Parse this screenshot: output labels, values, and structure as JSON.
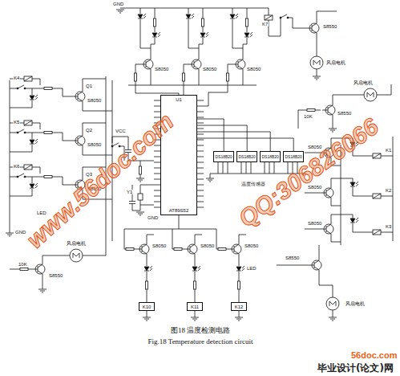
{
  "diagram": {
    "caption": "图18 温度检测电路",
    "nodes": [
      {
        "text": [
          "U1",
          "AT89S52"
        ]
      },
      {
        "text": [
          "DS18B20"
        ]
      },
      {
        "text": [
          "DS18B20"
        ]
      },
      {
        "text": [
          "DS18B20"
        ]
      },
      {
        "text": [
          "DS18B20"
        ]
      },
      {
        "text": [
          "K10"
        ]
      },
      {
        "text": [
          "K11"
        ]
      },
      {
        "text": [
          "K12"
        ]
      }
    ],
    "edges": [
      {
        "from": 0,
        "to": 1,
        "arrow": "none"
      },
      {
        "from": 0,
        "to": 2,
        "arrow": "none"
      },
      {
        "from": 0,
        "to": 3,
        "arrow": "none"
      },
      {
        "from": 0,
        "to": 4,
        "arrow": "none"
      }
    ],
    "labels": [
      "GND",
      "S8050",
      "S8050",
      "S8050",
      "K7",
      "S8550",
      "风扇电机",
      "K4",
      "K5",
      "K6",
      "Q1",
      "Q2",
      "Q3",
      "S8050",
      "S8050",
      "S8050",
      "LED",
      "GND",
      "10K",
      "S8550",
      "风扇电机",
      "VCC",
      "Y1",
      "GND",
      "温度传感器",
      "风扇电机",
      "S8550",
      "10K",
      "S8050",
      "S8050",
      "S8050",
      "K1",
      "K2",
      "K3",
      "S8050",
      "S8050",
      "S8050",
      "LED",
      "S8550",
      "风扇电机",
      "www.56doc.com",
      "QQ:306826066",
      "Fig.18 Temperature detection circuit",
      "56doc.com",
      "毕业设计(论文)网"
    ]
  }
}
